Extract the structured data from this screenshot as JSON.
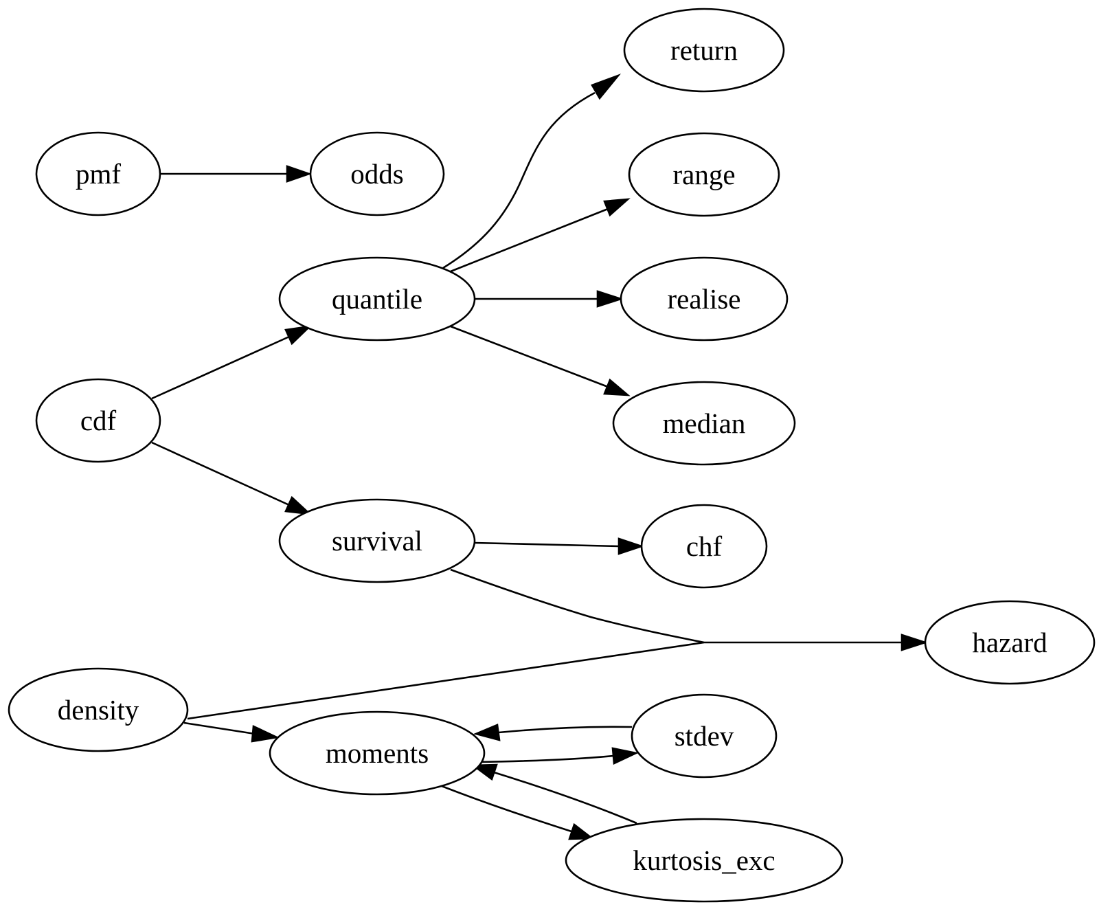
{
  "diagram": {
    "type": "directed-graph",
    "nodes": [
      {
        "id": "pmf",
        "label": "pmf"
      },
      {
        "id": "odds",
        "label": "odds"
      },
      {
        "id": "return",
        "label": "return"
      },
      {
        "id": "range",
        "label": "range"
      },
      {
        "id": "quantile",
        "label": "quantile"
      },
      {
        "id": "realise",
        "label": "realise"
      },
      {
        "id": "cdf",
        "label": "cdf"
      },
      {
        "id": "median",
        "label": "median"
      },
      {
        "id": "survival",
        "label": "survival"
      },
      {
        "id": "chf",
        "label": "chf"
      },
      {
        "id": "hazard",
        "label": "hazard"
      },
      {
        "id": "density",
        "label": "density"
      },
      {
        "id": "moments",
        "label": "moments"
      },
      {
        "id": "stdev",
        "label": "stdev"
      },
      {
        "id": "kurtosis_exc",
        "label": "kurtosis_exc"
      }
    ],
    "edges": [
      {
        "from": "pmf",
        "to": "odds"
      },
      {
        "from": "quantile",
        "to": "return"
      },
      {
        "from": "quantile",
        "to": "range"
      },
      {
        "from": "quantile",
        "to": "realise"
      },
      {
        "from": "quantile",
        "to": "median"
      },
      {
        "from": "cdf",
        "to": "quantile"
      },
      {
        "from": "cdf",
        "to": "survival"
      },
      {
        "from": "survival",
        "to": "chf"
      },
      {
        "from": "survival",
        "to": "hazard"
      },
      {
        "from": "density",
        "to": "hazard"
      },
      {
        "from": "density",
        "to": "moments"
      },
      {
        "from": "moments",
        "to": "stdev"
      },
      {
        "from": "stdev",
        "to": "moments"
      },
      {
        "from": "moments",
        "to": "kurtosis_exc"
      },
      {
        "from": "kurtosis_exc",
        "to": "moments"
      }
    ]
  }
}
